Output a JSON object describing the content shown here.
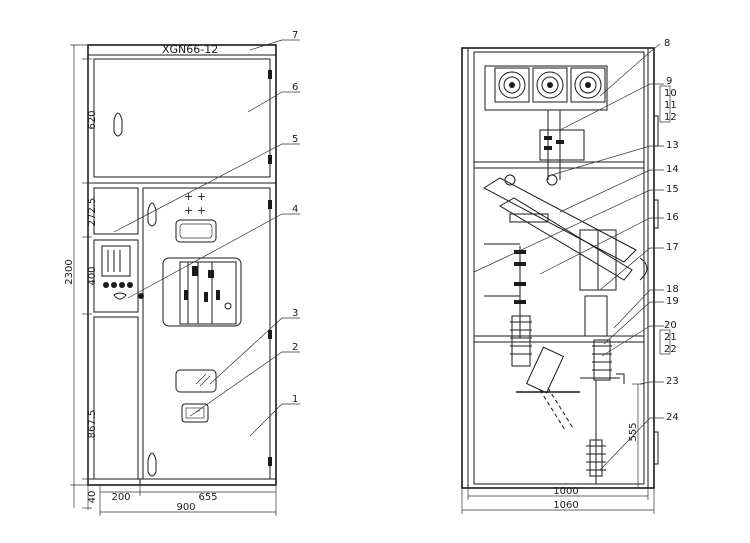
{
  "front_view": {
    "model_label": "XGN66-12",
    "dims": {
      "top_box": "620",
      "mid_box": "272.5",
      "instrument_box": "400",
      "bottom_box": "867.5",
      "total_height": "2300",
      "base": "40",
      "left_width": "200",
      "right_width": "655",
      "total_width": "900"
    },
    "callouts": [
      "1",
      "2",
      "3",
      "4",
      "5",
      "6",
      "7"
    ]
  },
  "side_view": {
    "dims": {
      "inner_width": "1000",
      "outer_width": "1060",
      "lower_height": "555"
    },
    "callouts": [
      "8",
      "9",
      "10",
      "11",
      "12",
      "13",
      "14",
      "15",
      "16",
      "17",
      "18",
      "19",
      "20",
      "21",
      "22",
      "23",
      "24"
    ]
  }
}
